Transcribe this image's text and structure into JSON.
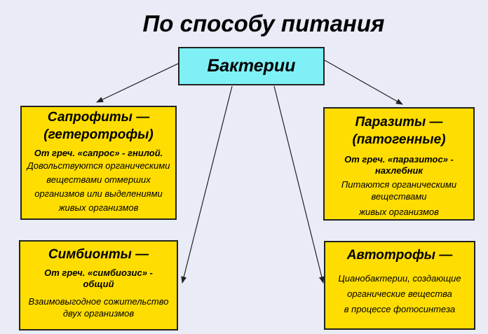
{
  "title": "По способу питания",
  "center": "Бактерии",
  "boxes": {
    "saprophytes": {
      "head1": "Сапрофиты —",
      "head2": "(гетеротрофы)",
      "origin": "От греч. «сапрос» - гнилой.",
      "desc": [
        "Довольствуются органическими",
        "веществами отмерших",
        "организмов или выделениями",
        "живых организмов"
      ]
    },
    "parasites": {
      "head1": "Паразиты —",
      "head2": "(патогенные)",
      "origin1": "От греч. «паразитос» -",
      "origin2": "нахлебник",
      "desc": [
        "Питаются органическими",
        "веществами",
        "живых организмов"
      ]
    },
    "symbionts": {
      "head1": "Симбионты —",
      "origin1": "От греч. «симбиозис» -",
      "origin2": "общий",
      "desc": [
        "Взаимовыгодное сожительство",
        "двух организмов"
      ]
    },
    "autotrophs": {
      "head1": "Автотрофы —",
      "desc": [
        "Цианобактерии, создающие",
        "органические вещества",
        "в процессе фотосинтеза"
      ]
    }
  }
}
